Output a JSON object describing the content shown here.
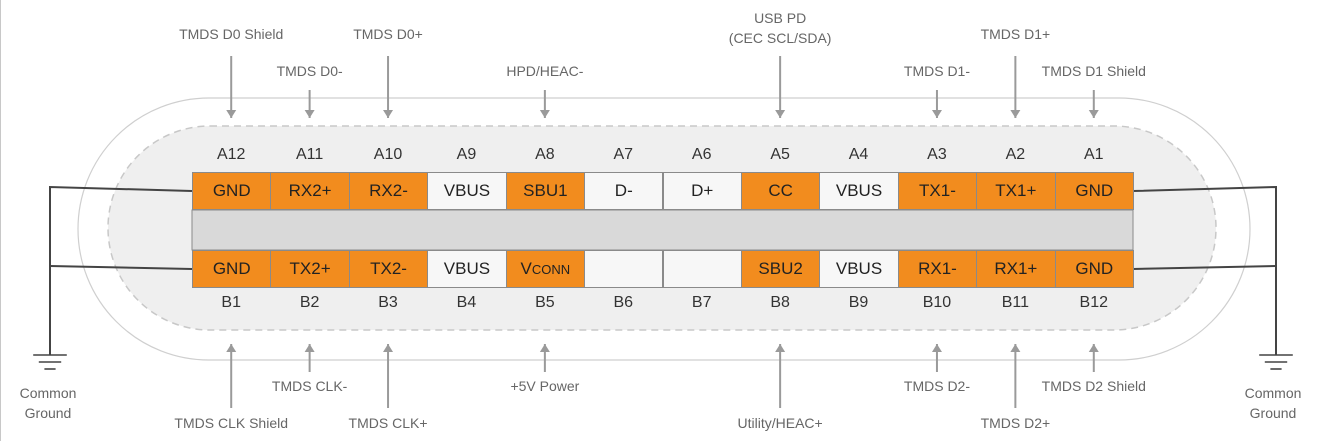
{
  "colors": {
    "signal": "#f28c1e",
    "power": "#f7f7f7",
    "arrow": "#9a9a9a"
  },
  "top_row": [
    {
      "pin": "A12",
      "label": "GND",
      "kind": "signal"
    },
    {
      "pin": "A11",
      "label": "RX2+",
      "kind": "signal"
    },
    {
      "pin": "A10",
      "label": "RX2-",
      "kind": "signal"
    },
    {
      "pin": "A9",
      "label": "VBUS",
      "kind": "power"
    },
    {
      "pin": "A8",
      "label": "SBU1",
      "kind": "signal"
    },
    {
      "pin": "A7",
      "label": "D-",
      "kind": "power"
    },
    {
      "pin": "A6",
      "label": "D+",
      "kind": "power"
    },
    {
      "pin": "A5",
      "label": "CC",
      "kind": "signal"
    },
    {
      "pin": "A4",
      "label": "VBUS",
      "kind": "power"
    },
    {
      "pin": "A3",
      "label": "TX1-",
      "kind": "signal"
    },
    {
      "pin": "A2",
      "label": "TX1+",
      "kind": "signal"
    },
    {
      "pin": "A1",
      "label": "GND",
      "kind": "signal"
    }
  ],
  "bottom_row": [
    {
      "pin": "B1",
      "label": "GND",
      "kind": "signal"
    },
    {
      "pin": "B2",
      "label": "TX2+",
      "kind": "signal"
    },
    {
      "pin": "B3",
      "label": "TX2-",
      "kind": "signal"
    },
    {
      "pin": "B4",
      "label": "VBUS",
      "kind": "power"
    },
    {
      "pin": "B5",
      "label": "VCONN",
      "kind": "signal"
    },
    {
      "pin": "B6",
      "label": "",
      "kind": "power"
    },
    {
      "pin": "B7",
      "label": "",
      "kind": "power"
    },
    {
      "pin": "B8",
      "label": "SBU2",
      "kind": "signal"
    },
    {
      "pin": "B9",
      "label": "VBUS",
      "kind": "power"
    },
    {
      "pin": "B10",
      "label": "RX1-",
      "kind": "signal"
    },
    {
      "pin": "B11",
      "label": "RX1+",
      "kind": "signal"
    },
    {
      "pin": "B12",
      "label": "GND",
      "kind": "signal"
    }
  ],
  "top_signals": [
    {
      "col": 0,
      "text": "TMDS D0 Shield",
      "tier": "high"
    },
    {
      "col": 1,
      "text": "TMDS D0-",
      "tier": "low"
    },
    {
      "col": 2,
      "text": "TMDS D0+",
      "tier": "high"
    },
    {
      "col": 4,
      "text": "HPD/HEAC-",
      "tier": "low"
    },
    {
      "col": 7,
      "text": "USB PD\n(CEC SCL/SDA)",
      "tier": "top"
    },
    {
      "col": 9,
      "text": "TMDS D1-",
      "tier": "low"
    },
    {
      "col": 10,
      "text": "TMDS D1+",
      "tier": "high"
    },
    {
      "col": 11,
      "text": "TMDS D1 Shield",
      "tier": "low"
    }
  ],
  "bottom_signals": [
    {
      "col": 0,
      "text": "TMDS CLK Shield",
      "tier": "far"
    },
    {
      "col": 1,
      "text": "TMDS CLK-",
      "tier": "near"
    },
    {
      "col": 2,
      "text": "TMDS CLK+",
      "tier": "far"
    },
    {
      "col": 4,
      "text": "+5V Power",
      "tier": "near"
    },
    {
      "col": 7,
      "text": "Utility/HEAC+",
      "tier": "far"
    },
    {
      "col": 9,
      "text": "TMDS D2-",
      "tier": "near"
    },
    {
      "col": 10,
      "text": "TMDS D2+",
      "tier": "far"
    },
    {
      "col": 11,
      "text": "TMDS D2 Shield",
      "tier": "near"
    }
  ],
  "ground_label": "Common\nGround"
}
